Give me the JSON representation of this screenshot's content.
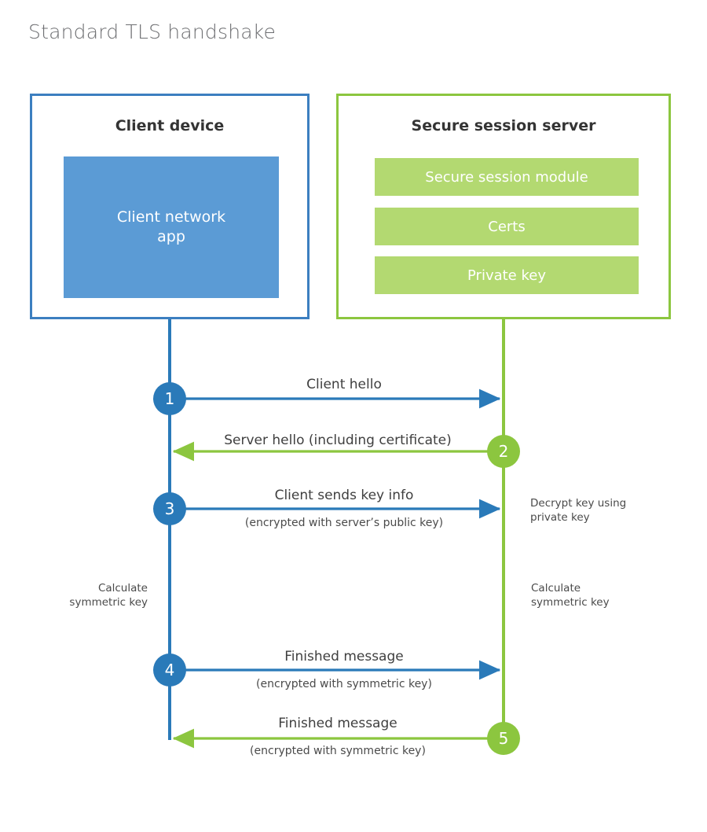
{
  "page": {
    "title": "Standard TLS handshake",
    "background": "#ffffff"
  },
  "colors": {
    "client_blue": "#2a7ab9",
    "client_border": "#3c7fc0",
    "client_app_fill": "#5b9bd5",
    "server_green": "#8cc63f",
    "server_module_fill": "#b3d971",
    "text_dark": "#343434",
    "text_body": "#4a4a4a",
    "title_gray": "#6d6e71"
  },
  "client": {
    "title": "Client device",
    "app_label": "Client network\napp",
    "app_label_line1": "Client network",
    "app_label_line2": "app"
  },
  "server": {
    "title": "Secure session server",
    "modules": [
      {
        "label": "Secure session module"
      },
      {
        "label": "Certs"
      },
      {
        "label": "Private key"
      }
    ]
  },
  "steps": [
    {
      "number": "1",
      "side": "client",
      "direction": "right",
      "label": "Client hello",
      "sublabel": ""
    },
    {
      "number": "2",
      "side": "server",
      "direction": "left",
      "label": "Server hello (including certificate)",
      "sublabel": ""
    },
    {
      "number": "3",
      "side": "client",
      "direction": "right",
      "label": "Client sends key info",
      "sublabel": "(encrypted with server’s public key)"
    },
    {
      "number": "4",
      "side": "client",
      "direction": "right",
      "label": "Finished message",
      "sublabel": "(encrypted with symmetric key)"
    },
    {
      "number": "5",
      "side": "server",
      "direction": "left",
      "label": "Finished message",
      "sublabel": "(encrypted with symmetric key)"
    }
  ],
  "notes": {
    "decrypt_key": "Decrypt key using\nprivate key",
    "client_calculate": "Calculate\nsymmetric key",
    "server_calculate": "Calculate\nsymmetric key"
  }
}
